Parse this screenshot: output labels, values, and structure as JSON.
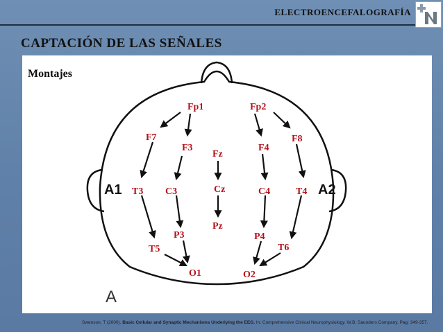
{
  "header": {
    "title": "ELECTROENCEFALOGRAFÍA"
  },
  "section_title": "CAPTACIÓN  DE  LAS  SEÑALES",
  "panel": {
    "title": "Montajes",
    "figure_label": "A",
    "electrodes": {
      "fp1": "Fp1",
      "fp2": "Fp2",
      "f7": "F7",
      "f3": "F3",
      "fz": "Fz",
      "f4": "F4",
      "f8": "F8",
      "a1": "A1",
      "t3": "T3",
      "c3": "C3",
      "cz": "Cz",
      "c4": "C4",
      "t4": "T4",
      "a2": "A2",
      "p3": "P3",
      "pz": "Pz",
      "p4": "P4",
      "t5": "T5",
      "t6": "T6",
      "o1": "O1",
      "o2": "O2"
    },
    "label_color": "#b5121b"
  },
  "footer": {
    "citation_plain_1": "Swenson, T (2000). ",
    "citation_bold": "Basic Cellular and Synaptic Mechanisms Underlying the EEG.",
    "citation_plain_2": " In: Comprehensive Clinical Neurophysiology. W.B. Saunders Company. Pag: 349-357."
  }
}
